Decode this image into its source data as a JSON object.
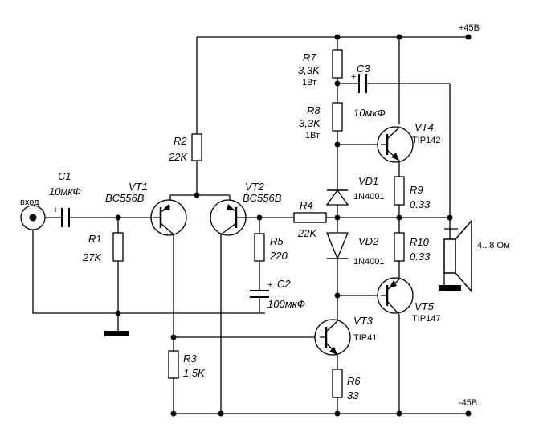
{
  "supply": {
    "pos": "+45В",
    "neg": "-45В"
  },
  "input": {
    "label": "вход"
  },
  "speaker": {
    "label": "4...8 Ом"
  },
  "components": {
    "C1": {
      "ref": "C1",
      "value": "10мкФ"
    },
    "R1": {
      "ref": "R1",
      "value": "27K"
    },
    "R2": {
      "ref": "R2",
      "value": "22K"
    },
    "VT1": {
      "ref": "VT1",
      "type": "BC556B"
    },
    "VT2": {
      "ref": "VT2",
      "type": "BC556B"
    },
    "R5": {
      "ref": "R5",
      "value": "220"
    },
    "C2": {
      "ref": "C2",
      "value": "100мкФ"
    },
    "R3": {
      "ref": "R3",
      "value": "1,5K"
    },
    "R4": {
      "ref": "R4",
      "value": "22K"
    },
    "R7": {
      "ref": "R7",
      "value": "3,3K",
      "power": "1Вт"
    },
    "R8": {
      "ref": "R8",
      "value": "3,3K",
      "power": "1Вт"
    },
    "C3": {
      "ref": "C3",
      "value": "10мкФ"
    },
    "VT4": {
      "ref": "VT4",
      "type": "TIP142"
    },
    "VD1": {
      "ref": "VD1",
      "type": "1N4001"
    },
    "VD2": {
      "ref": "VD2",
      "type": "1N4001"
    },
    "R9": {
      "ref": "R9",
      "value": "0.33"
    },
    "R10": {
      "ref": "R10",
      "value": "0.33"
    },
    "VT5": {
      "ref": "VT5",
      "type": "TIP147"
    },
    "VT3": {
      "ref": "VT3",
      "type": "TIP41"
    },
    "R6": {
      "ref": "R6",
      "value": "33"
    }
  },
  "polarity": {
    "plus": "+"
  }
}
